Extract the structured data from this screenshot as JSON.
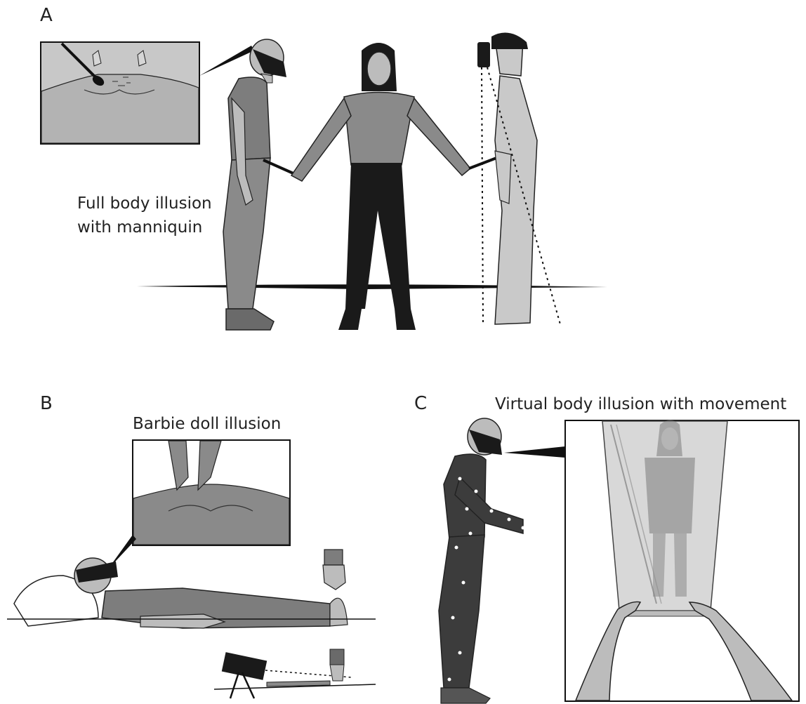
{
  "panels": {
    "a": {
      "label": "A",
      "caption_line1": "Full body illusion",
      "caption_line2": "with manniquin"
    },
    "b": {
      "label": "B",
      "caption": "Barbie doll illusion"
    },
    "c": {
      "label": "C",
      "caption": "Virtual body illusion with movement"
    }
  },
  "colors": {
    "skin": "#bcbcbc",
    "mannequin": "#c9c9c9",
    "shirt_dark": "#7d7d7d",
    "pants": "#8a8a8a",
    "black": "#1a1a1a",
    "suit": "#3c3c3c",
    "inset_bg": "#9a9a9a"
  }
}
